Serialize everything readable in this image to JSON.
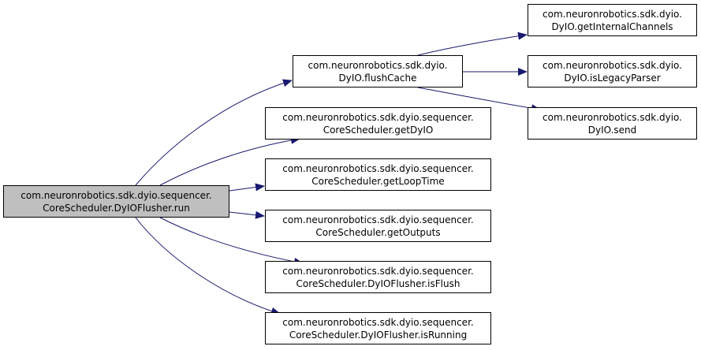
{
  "colors": {
    "edge": "#191970",
    "node_fill": "#ffffff",
    "root_fill": "#bfbfbf",
    "node_border": "#000000"
  },
  "nodes": [
    {
      "id": "run",
      "line1": "com.neuronrobotics.sdk.dyio.sequencer.",
      "line2": "CoreScheduler.DyIOFlusher.run",
      "root": true
    },
    {
      "id": "flushCache",
      "line1": "com.neuronrobotics.sdk.dyio.",
      "line2": "DyIO.flushCache"
    },
    {
      "id": "getDyIO",
      "line1": "com.neuronrobotics.sdk.dyio.sequencer.",
      "line2": "CoreScheduler.getDyIO"
    },
    {
      "id": "getLoopTime",
      "line1": "com.neuronrobotics.sdk.dyio.sequencer.",
      "line2": "CoreScheduler.getLoopTime"
    },
    {
      "id": "getOutputs",
      "line1": "com.neuronrobotics.sdk.dyio.sequencer.",
      "line2": "CoreScheduler.getOutputs"
    },
    {
      "id": "isFlush",
      "line1": "com.neuronrobotics.sdk.dyio.sequencer.",
      "line2": "CoreScheduler.DyIOFlusher.isFlush"
    },
    {
      "id": "isRunning",
      "line1": "com.neuronrobotics.sdk.dyio.sequencer.",
      "line2": "CoreScheduler.DyIOFlusher.isRunning"
    },
    {
      "id": "getInternalChannels",
      "line1": "com.neuronrobotics.sdk.dyio.",
      "line2": "DyIO.getInternalChannels"
    },
    {
      "id": "isLegacyParser",
      "line1": "com.neuronrobotics.sdk.dyio.",
      "line2": "DyIO.isLegacyParser"
    },
    {
      "id": "send",
      "line1": "com.neuronrobotics.sdk.dyio.",
      "line2": "DyIO.send"
    }
  ],
  "edges": [
    {
      "from": "run",
      "to": "flushCache"
    },
    {
      "from": "run",
      "to": "getDyIO"
    },
    {
      "from": "run",
      "to": "getLoopTime"
    },
    {
      "from": "run",
      "to": "getOutputs"
    },
    {
      "from": "run",
      "to": "isFlush"
    },
    {
      "from": "run",
      "to": "isRunning"
    },
    {
      "from": "flushCache",
      "to": "getInternalChannels"
    },
    {
      "from": "flushCache",
      "to": "isLegacyParser"
    },
    {
      "from": "flushCache",
      "to": "send"
    }
  ]
}
